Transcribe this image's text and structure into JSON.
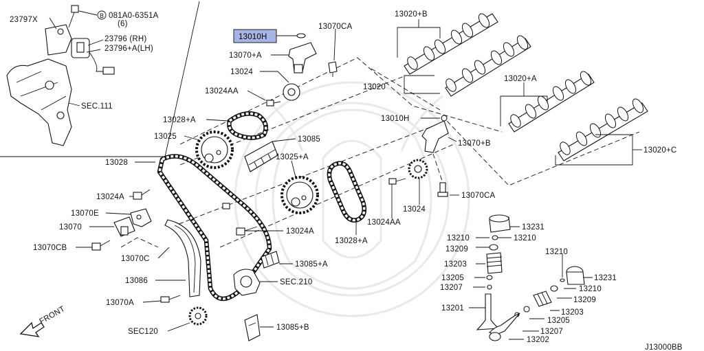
{
  "diagram": {
    "inset": {
      "part_23797x": "23797X",
      "bolt_label": "081A0-6351A",
      "bolt_qty": "(6)",
      "bolt_prefix": "B",
      "part_23796_rh": "23796   (RH)",
      "part_23796_lh": "23796+A(LH)",
      "sec111": "SEC.111"
    },
    "labels": {
      "p13010h_top": "13010H",
      "p13070ca_top": "13070CA",
      "p13070a_plus": "13070+A",
      "p13024_top": "13024",
      "p13024aa_top": "13024AA",
      "p13028a_top": "13028+A",
      "p13025": "13025",
      "p13085": "13085",
      "p13028": "13028",
      "p13025a": "13025+A",
      "p13024a_left": "13024A",
      "p13070e": "13070E",
      "p13070": "13070",
      "p13070cb": "13070CB",
      "p13070c": "13070C",
      "p13086": "13086",
      "p13070a": "13070A",
      "sec120": "SEC120",
      "p13024a_mid": "13024A",
      "p13085a": "13085+A",
      "sec210": "SEC.210",
      "p13085b": "13085+B",
      "p13028a_bot": "13028+A",
      "p13024aa_bot": "13024AA",
      "p13024_bot": "13024",
      "p13070ca_bot": "13070CA",
      "p13070b": "13070+B",
      "p13010h_mid": "13010H",
      "p13020b": "13020+B",
      "p13020": "13020",
      "p13020a": "13020+A",
      "p13020c": "13020+C",
      "p13231_l": "13231",
      "p13210_l1": "13210",
      "p13210_l2": "13210",
      "p13209_l": "13209",
      "p13203_l": "13203",
      "p13205_l": "13205",
      "p13207_l": "13207",
      "p13201": "13201",
      "p13210_r1": "13210",
      "p13231_r": "13231",
      "p13210_r2": "13210",
      "p13209_r": "13209",
      "p13203_r": "13203",
      "p13205_r": "13205",
      "p13207_r": "13207",
      "p13202": "13202"
    },
    "front_label": "FRONT",
    "diagram_code": "J13000BB",
    "highlight_color": "#a9b4e6"
  }
}
